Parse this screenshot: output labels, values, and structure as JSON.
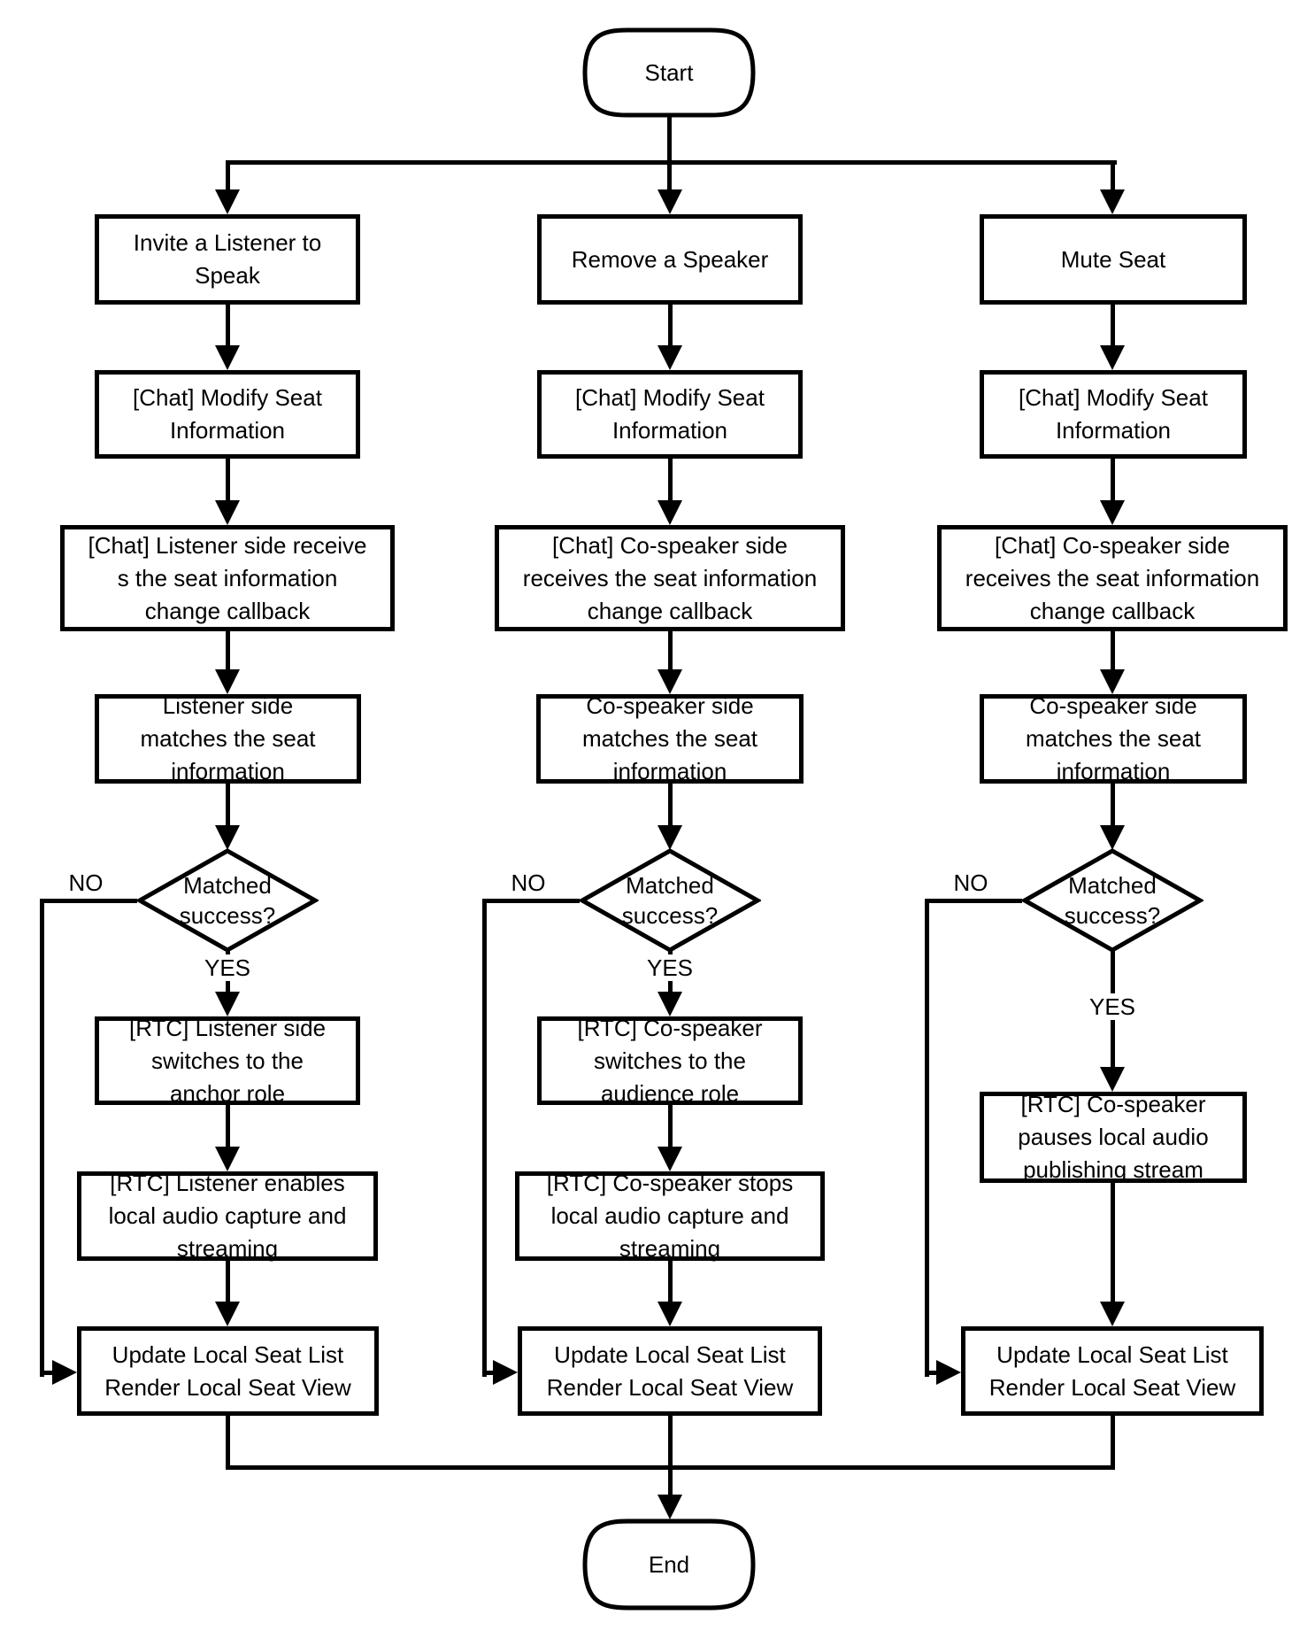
{
  "diagram": {
    "start_label": "Start",
    "end_label": "End",
    "decision_text": "Matched\nsuccess?",
    "branch_labels": {
      "yes": "YES",
      "no": "NO"
    },
    "columns": [
      {
        "id": "invite-listener",
        "entry": "Invite a Listener to\nSpeak",
        "modify_seat": "[Chat] Modify Seat\nInformation",
        "receive_callback": "[Chat] Listener side receive\ns the seat information\nchange callback",
        "match_seat": "Listener side\nmatches the seat\ninformation",
        "rtc_switch": "[RTC] Listener side\nswitches to the\nanchor role",
        "rtc_audio": "[RTC] Listener enables\nlocal audio capture and\nstreaming",
        "update_seat": "Update Local Seat List\nRender Local Seat View"
      },
      {
        "id": "remove-speaker",
        "entry": "Remove a Speaker",
        "modify_seat": "[Chat] Modify Seat\nInformation",
        "receive_callback": "[Chat] Co-speaker side\nreceives the seat information\nchange callback",
        "match_seat": "Co-speaker side\nmatches the seat\ninformation",
        "rtc_switch": "[RTC] Co-speaker\nswitches to the\naudience role",
        "rtc_audio": "[RTC] Co-speaker stops\nlocal audio capture and\nstreaming",
        "update_seat": "Update Local Seat List\nRender Local Seat View"
      },
      {
        "id": "mute-seat",
        "entry": "Mute Seat",
        "modify_seat": "[Chat] Modify Seat\nInformation",
        "receive_callback": "[Chat] Co-speaker side\nreceives the seat information\nchange callback",
        "match_seat": "Co-speaker side\nmatches the seat\ninformation",
        "rtc_pause": "[RTC] Co-speaker\npauses local audio\npublishing stream",
        "update_seat": "Update Local Seat List\nRender Local Seat View"
      }
    ]
  }
}
